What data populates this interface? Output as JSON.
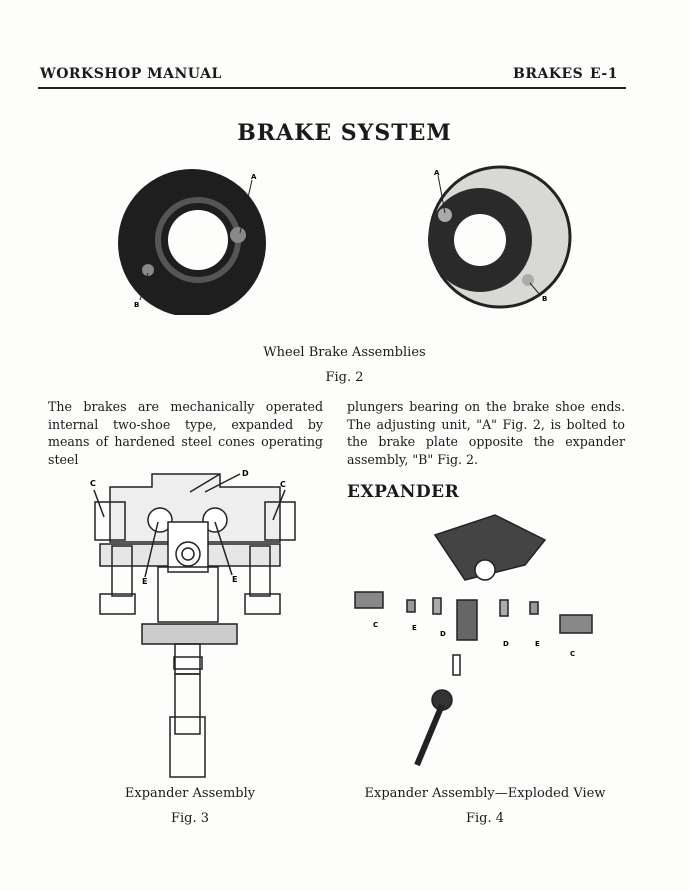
{
  "header": {
    "left": "WORKSHOP MANUAL",
    "section": "BRAKES",
    "page": "E-1"
  },
  "title": "BRAKE SYSTEM",
  "fig2": {
    "caption": "Wheel Brake Assemblies",
    "number": "Fig. 2",
    "labels": {
      "a": "A",
      "b": "B"
    }
  },
  "body": {
    "left": "The brakes are mechanically operated internal two-shoe type, expanded by means of hardened steel cones operating steel",
    "right": "plungers bearing on the brake shoe ends. The adjusting unit, \"A\" Fig. 2, is bolted to the brake plate opposite the expander assembly, \"B\" Fig. 2."
  },
  "expander_heading": "EXPANDER",
  "fig3": {
    "caption": "Expander Assembly",
    "number": "Fig. 3",
    "labels": {
      "c": "C",
      "d": "D",
      "e": "E"
    }
  },
  "fig4": {
    "caption": "Expander Assembly—Exploded View",
    "number": "Fig. 4",
    "labels": {
      "c": "C",
      "d": "D",
      "e": "E"
    }
  }
}
